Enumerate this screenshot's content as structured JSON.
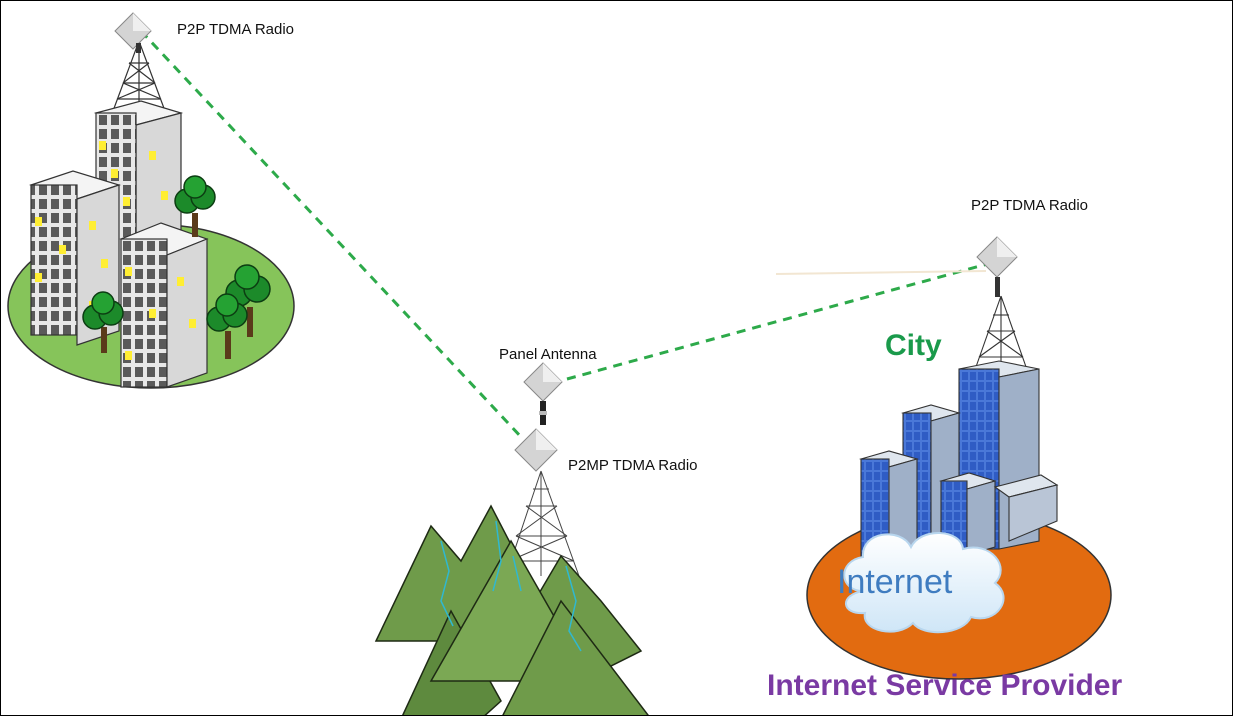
{
  "labels": {
    "left_radio": "P2P TDMA Radio",
    "right_radio": "P2P TDMA Radio",
    "panel_antenna": "Panel Antenna",
    "p2mp_radio": "P2MP TDMA Radio",
    "city": "City",
    "internet": "Internet",
    "isp": "Internet Service Provider"
  },
  "colors": {
    "link_line": "#2daa4a",
    "city_text": "#1a9a4b",
    "isp_text": "#7a3aa3",
    "internet_text": "#3f7cc0",
    "ground_left": "#86c45a",
    "ground_right": "#e26b10",
    "mountain": "#6f9b4a"
  }
}
